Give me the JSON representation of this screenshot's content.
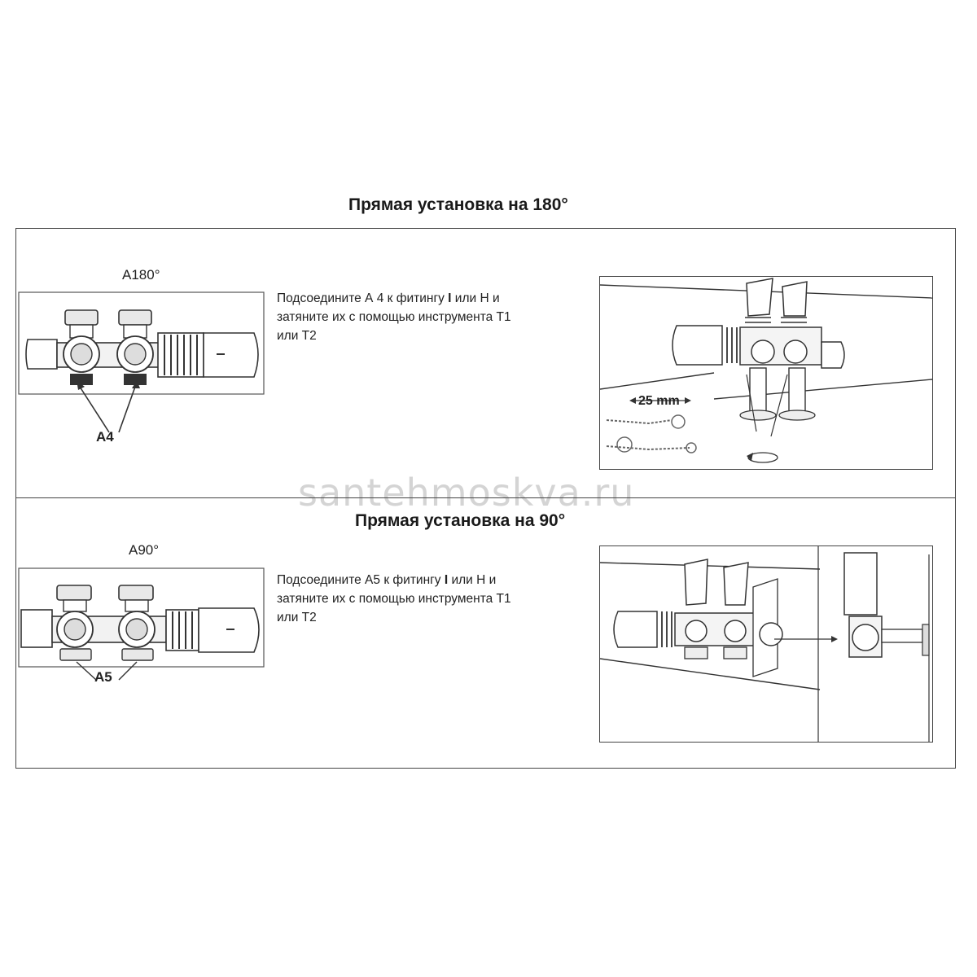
{
  "sections": [
    {
      "title": "Прямая установка на 180°",
      "angle_label": "A180°",
      "part_label": "A4",
      "instruction": {
        "line1": "Подсоедините А 4 к фитингу ",
        "line1_bold": "I",
        "line1_end": " или Н и",
        "line2": "затяните их с помощью инструмента Т1",
        "line3": "или Т2"
      },
      "install": {
        "dimension": "25 mm"
      }
    },
    {
      "title": "Прямая установка на 90°",
      "angle_label": "A90°",
      "part_label": "A5",
      "instruction": {
        "line1": "Подсоедините А5 к фитингу ",
        "line1_bold": "I",
        "line1_end": " или Н и",
        "line2": "затяните их с помощью инструмента Т1",
        "line3": "или Т2"
      }
    }
  ],
  "watermark": "santehmoskva.ru",
  "colors": {
    "line": "#333333",
    "frame": "#444444",
    "watermark": "#d4d4d4"
  }
}
